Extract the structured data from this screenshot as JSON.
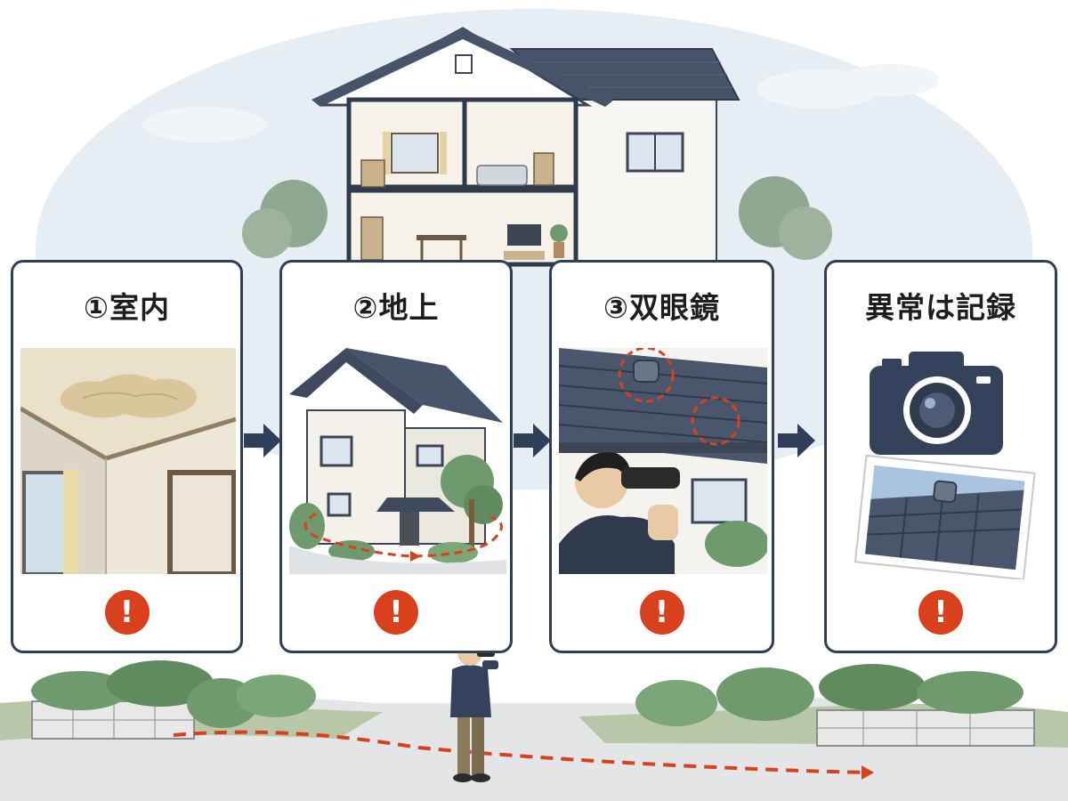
{
  "steps": [
    {
      "label": "①室内",
      "alert": "!"
    },
    {
      "label": "②地上",
      "alert": "!"
    },
    {
      "label": "③双眼鏡",
      "alert": "!"
    },
    {
      "label": "異常は記録",
      "alert": "!"
    }
  ],
  "colors": {
    "card_border": "#2f3f58",
    "arrow": "#2f3f58",
    "alert": "#d9401c",
    "route_dash": "#d9401c",
    "roof": "#3f4a5e",
    "sky": "#e6edf3"
  },
  "icons": [
    "house-cutaway-icon",
    "arrow-right-icon",
    "camera-icon",
    "binoculars-icon",
    "exclamation-icon"
  ]
}
